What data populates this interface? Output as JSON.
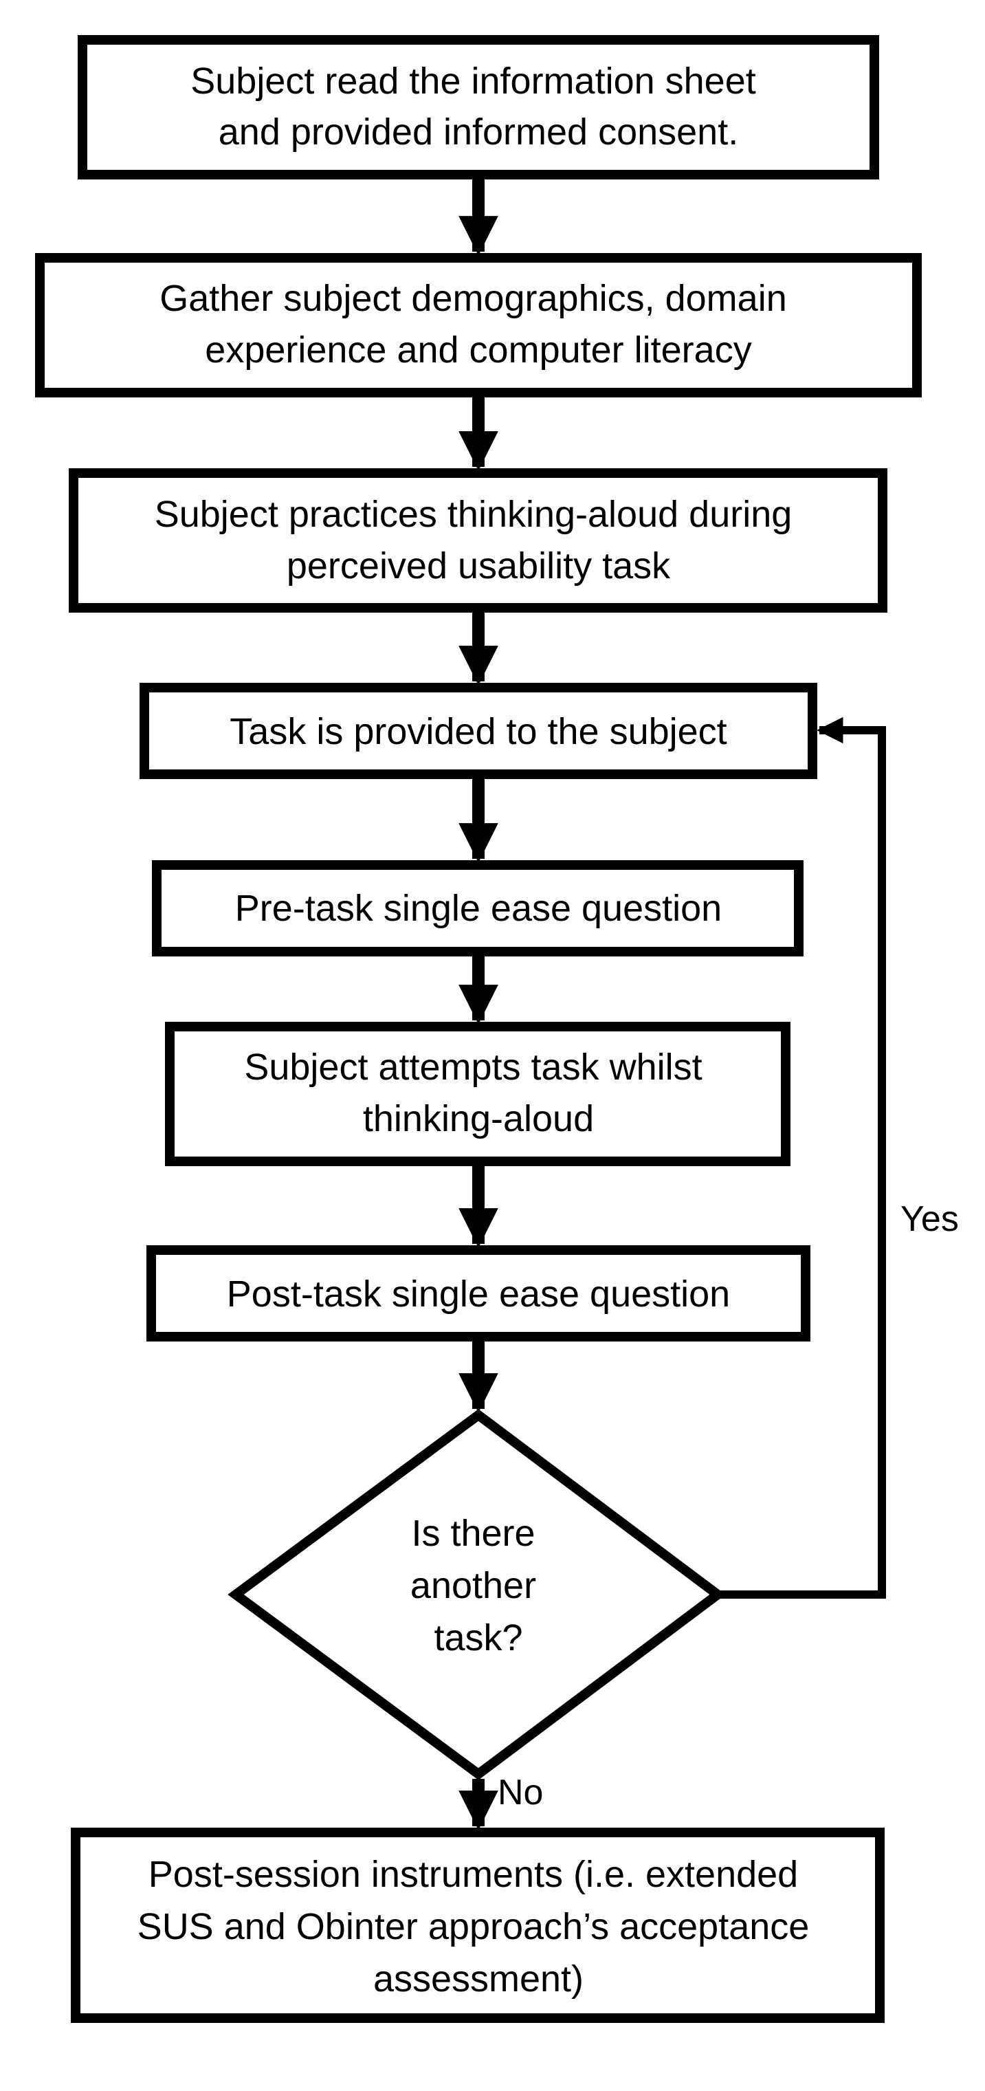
{
  "colors": {
    "stroke": "#000000",
    "fill": "#ffffff",
    "text": "#000000"
  },
  "steps": {
    "consent": [
      "Subject read the information sheet",
      "and provided informed consent."
    ],
    "demographics": [
      "Gather subject demographics, domain",
      "experience and computer literacy"
    ],
    "practice": [
      "Subject practices thinking-aloud during",
      "perceived usability task"
    ],
    "task_provided": [
      "Task is provided to the subject"
    ],
    "pre_task": [
      "Pre-task single ease question"
    ],
    "attempt": [
      "Subject attempts task whilst",
      "thinking-aloud"
    ],
    "post_task": [
      "Post-task single ease question"
    ],
    "decision": [
      "Is there",
      "another",
      "task?"
    ],
    "post_session": [
      "Post-session instruments (i.e. extended",
      "SUS and Obinter approach’s acceptance",
      "assessment)"
    ]
  },
  "edges": {
    "yes_label": "Yes",
    "no_label": "No"
  }
}
